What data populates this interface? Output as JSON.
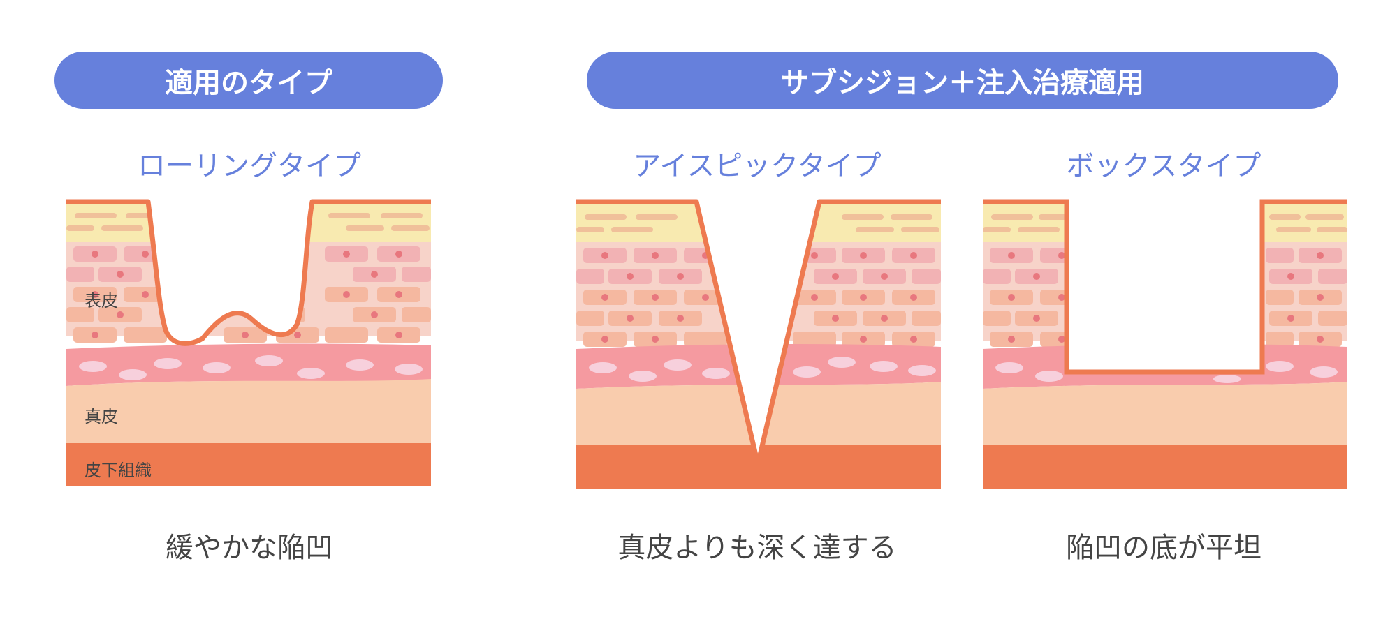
{
  "header": {
    "left_pill": "適用のタイプ",
    "right_pill": "サブシジョン＋注入治療適用"
  },
  "panels": [
    {
      "title": "ローリングタイプ",
      "caption": "緩やかな陥凹"
    },
    {
      "title": "アイスピックタイプ",
      "caption": "真皮よりも深く達する"
    },
    {
      "title": "ボックスタイプ",
      "caption": "陥凹の底が平坦"
    }
  ],
  "layers": {
    "epidermis": "表皮",
    "dermis": "真皮",
    "subcutis": "皮下組織"
  },
  "colors": {
    "accent": "#6680dc",
    "scar_outline": "#ee7a50",
    "stratum_corneum": "#f8eab0",
    "epidermis_pink": "#f7cfc4",
    "dermis_band": "#f59aa0",
    "dermis": "#f9ccad",
    "subcutis": "#ee7a50"
  }
}
